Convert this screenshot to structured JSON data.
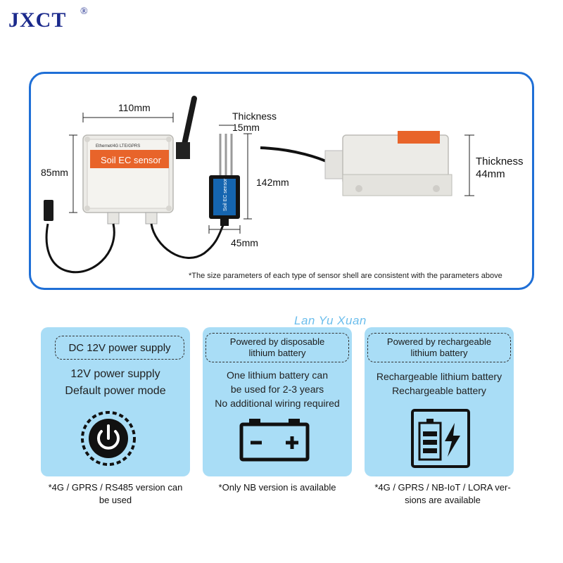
{
  "brand": {
    "name": "JXCT",
    "registered": "®"
  },
  "specs": {
    "width_label": "110mm",
    "height_label": "85mm",
    "probe_thickness_line1": "Thickness",
    "probe_thickness_line2": "15mm",
    "probe_length_label": "142mm",
    "probe_width_label": "45mm",
    "device_thickness_line1": "Thickness",
    "device_thickness_line2": "44mm",
    "device_label": "Soil EC sensor",
    "device_header": "Ethernet/4G LTE/GPRS",
    "probe_label": "Soil EC sensor",
    "footnote": "*The size parameters of each type of sensor shell are consistent with the parameters above"
  },
  "watermark": "Lan Yu Xuan",
  "power_options": [
    {
      "title": "DC 12V power supply",
      "lines": [
        "12V power supply",
        "Default power mode"
      ],
      "icon": "power-button-icon",
      "note_lines": [
        "*4G / GPRS / RS485 version can",
        "be used"
      ]
    },
    {
      "title_lines": [
        "Powered by disposable",
        "lithium battery"
      ],
      "lines": [
        "One lithium battery can",
        "be used for 2-3 years",
        "No additional wiring required"
      ],
      "icon": "car-battery-icon",
      "note_lines": [
        "*Only NB version is available"
      ]
    },
    {
      "title_lines": [
        "Powered by rechargeable",
        "lithium battery"
      ],
      "lines": [
        "Rechargeable lithium battery",
        "Rechargeable battery"
      ],
      "icon": "charging-battery-icon",
      "note_lines": [
        "*4G / GPRS / NB-IoT / LORA ver-",
        "sions are available"
      ]
    }
  ]
}
